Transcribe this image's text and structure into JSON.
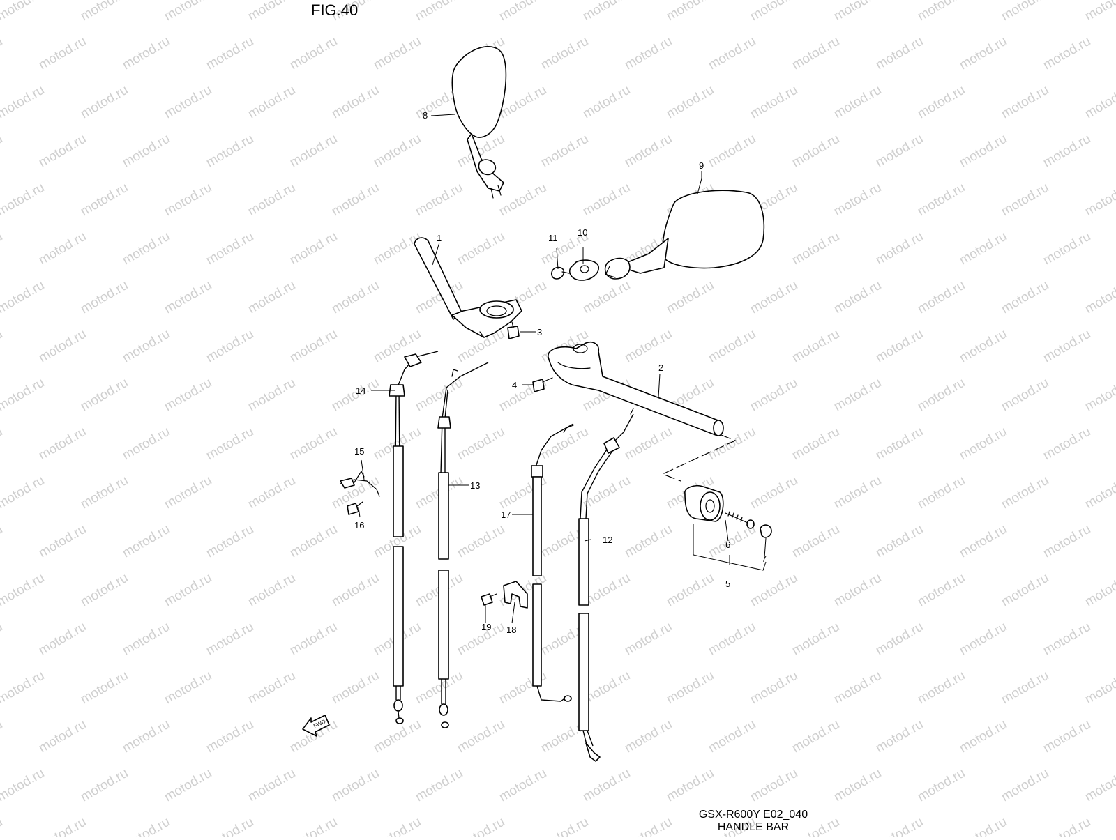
{
  "figure": {
    "title": "FIG.40",
    "code": "GSX-R600Y E02_040",
    "name": "HANDLE BAR",
    "watermark": "motod.ru",
    "fwd_label": "FWD"
  },
  "callouts": [
    "1",
    "2",
    "3",
    "4",
    "5",
    "6",
    "7",
    "8",
    "9",
    "10",
    "11",
    "12",
    "13",
    "14",
    "15",
    "16",
    "17",
    "18",
    "19"
  ],
  "colors": {
    "ink": "#000000",
    "watermark": "#cfcfcf",
    "background": "#ffffff"
  }
}
